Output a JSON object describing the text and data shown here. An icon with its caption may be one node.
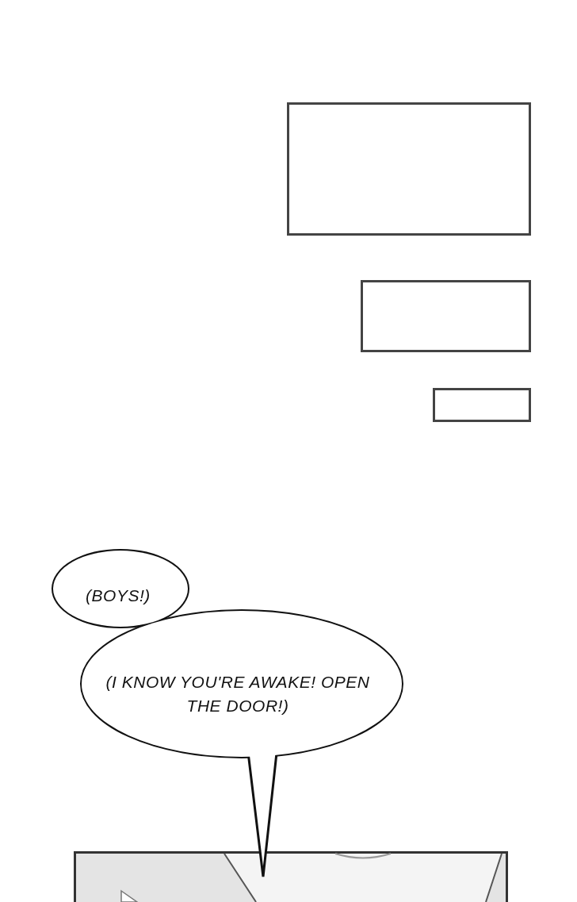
{
  "diagram": {
    "nodes": [
      {
        "text": [],
        "shape": "box"
      },
      {
        "text": [],
        "shape": "box"
      },
      {
        "text": [],
        "shape": "box"
      },
      {
        "text": [
          "(BOYS!)",
          "(I KNOW YOU'RE AWAKE! OPEN THE DOOR!)"
        ]
      },
      {
        "text": [],
        "shape": "picture"
      }
    ]
  }
}
